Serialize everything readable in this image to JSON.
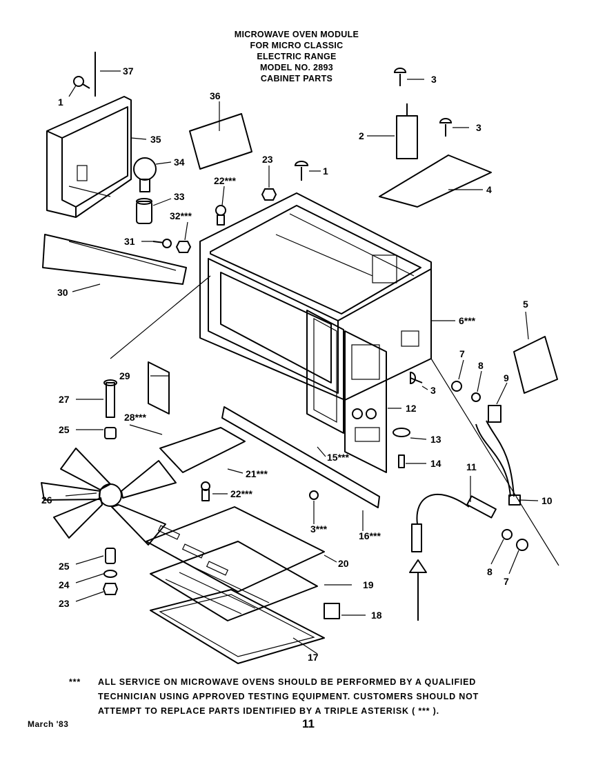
{
  "title": {
    "line1": "MICROWAVE OVEN MODULE",
    "line2": "FOR MICRO CLASSIC",
    "line3": "ELECTRIC RANGE",
    "line4": "MODEL NO. 2893",
    "line5": "CABINET PARTS"
  },
  "callouts": [
    "1",
    "37",
    "35",
    "36",
    "34",
    "33",
    "23",
    "22***",
    "1",
    "32***",
    "31",
    "30",
    "3",
    "2",
    "3",
    "4",
    "5",
    "6***",
    "7",
    "8",
    "9",
    "3",
    "12",
    "13",
    "14",
    "29",
    "27",
    "28***",
    "25",
    "21***",
    "15***",
    "26",
    "22***",
    "3***",
    "16***",
    "10",
    "11",
    "25",
    "20",
    "24",
    "19",
    "23",
    "18",
    "17",
    "8",
    "7"
  ],
  "note": {
    "marker": "***",
    "line1": "ALL SERVICE ON MICROWAVE OVENS SHOULD BE PERFORMED BY A QUALIFIED",
    "line2": "TECHNICIAN USING APPROVED TESTING EQUIPMENT. CUSTOMERS SHOULD NOT",
    "line3": "ATTEMPT TO REPLACE PARTS IDENTIFIED BY A TRIPLE ASTERISK ( *** )."
  },
  "footer": {
    "date": "March '83",
    "page": "11"
  }
}
